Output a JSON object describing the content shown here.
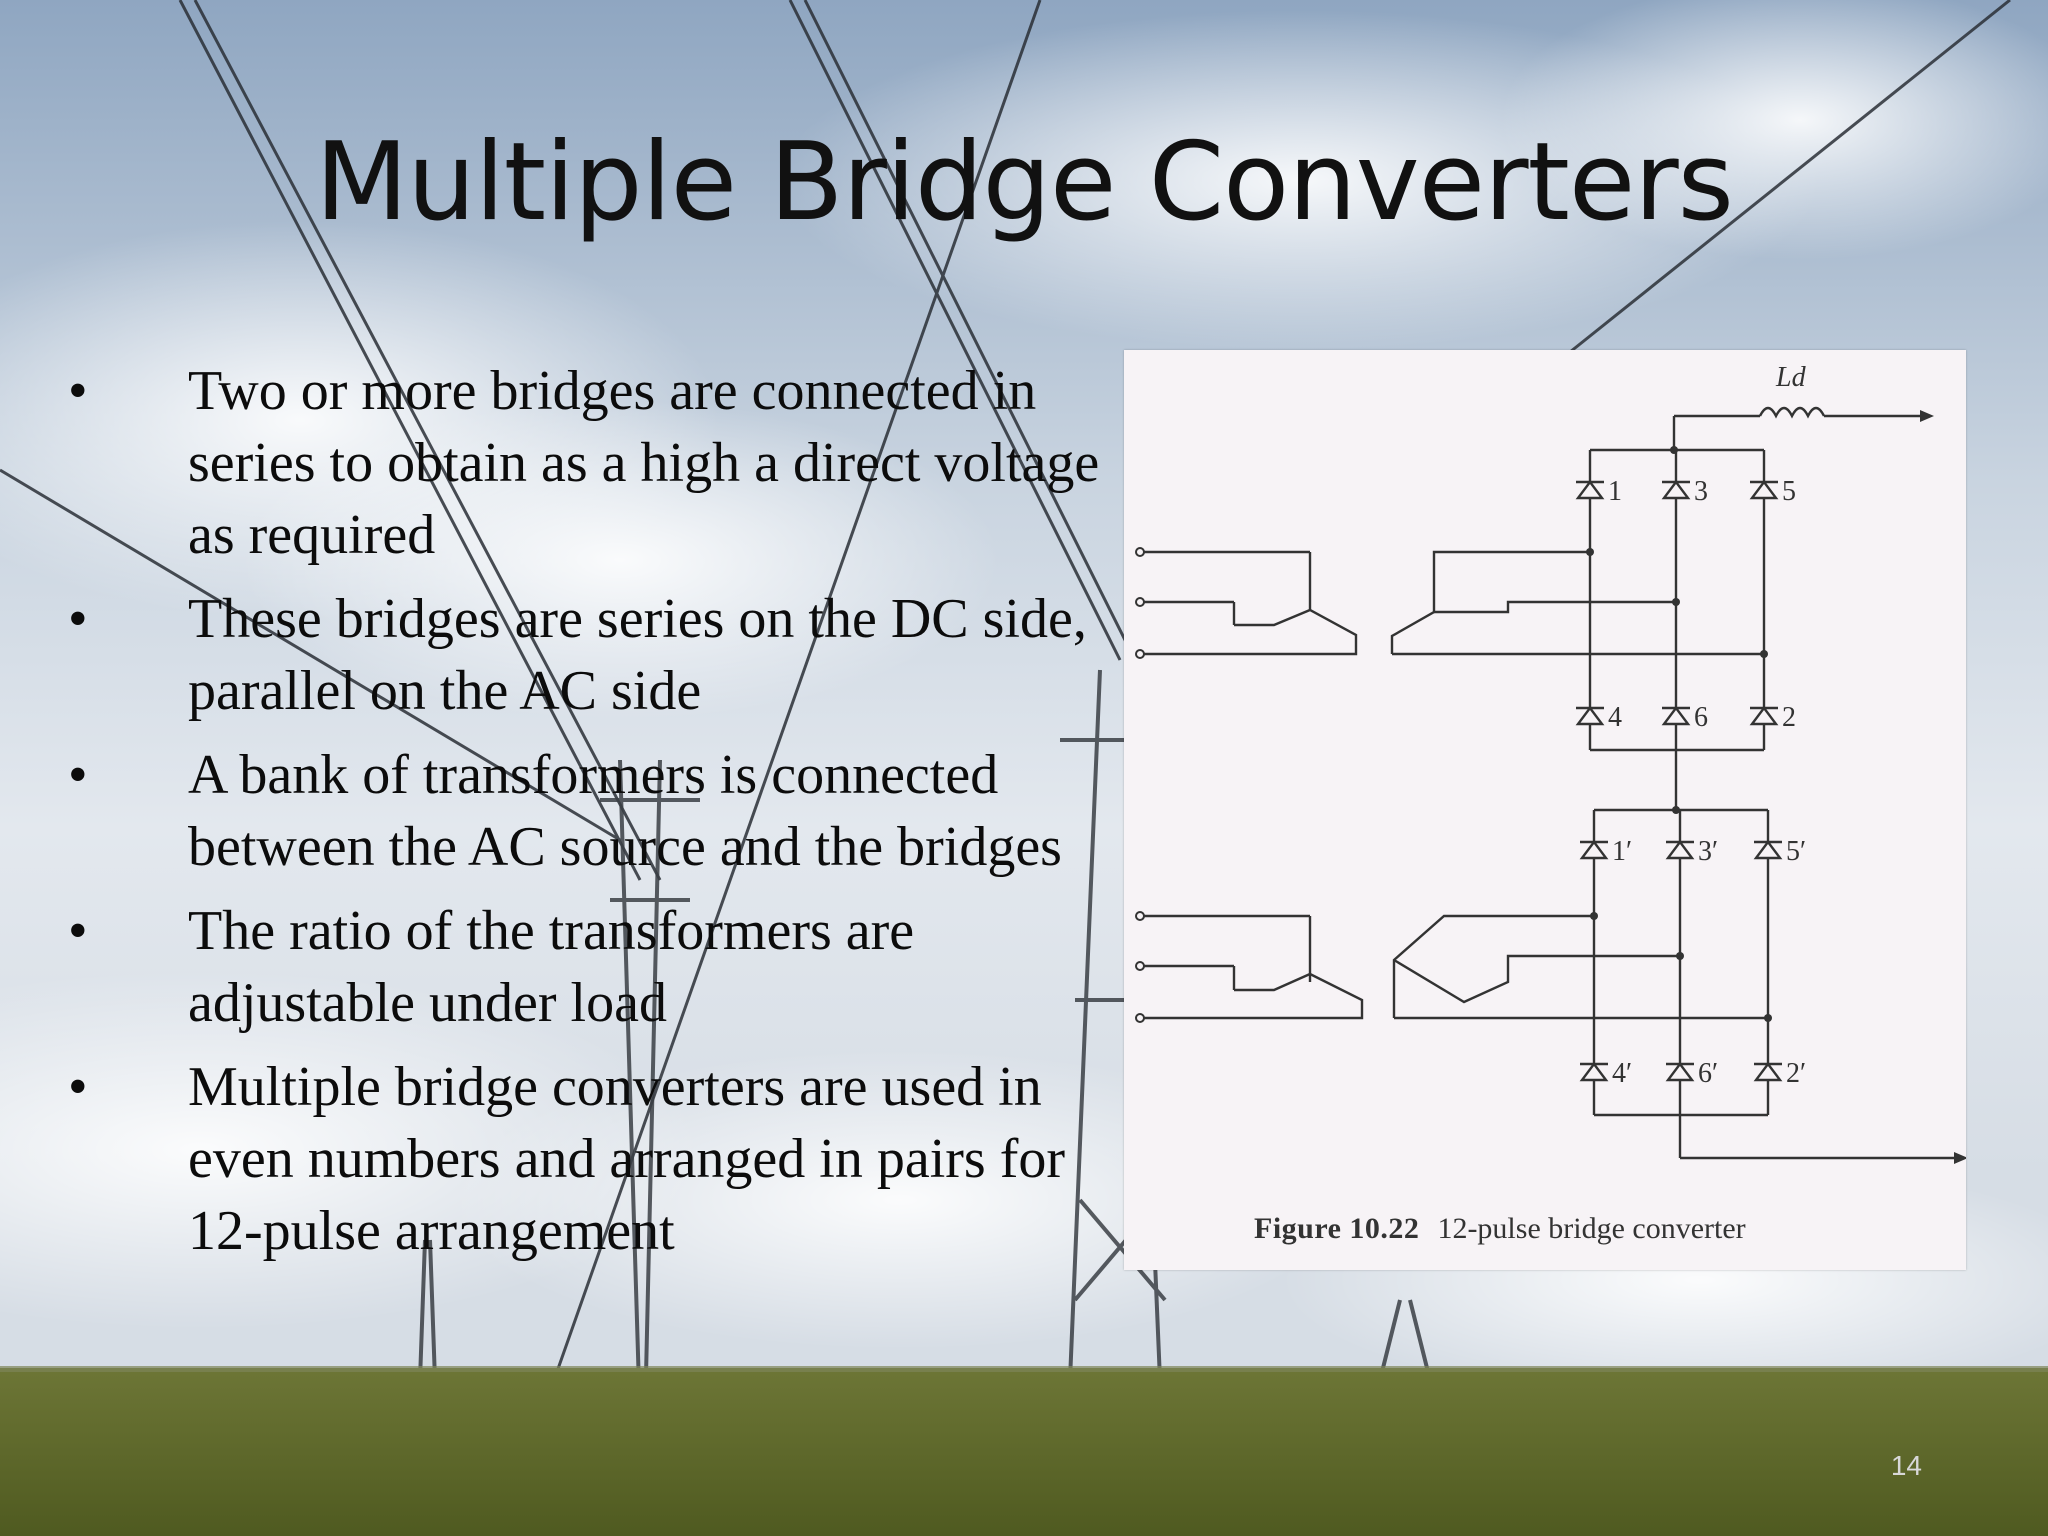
{
  "slide": {
    "title": "Multiple Bridge Converters",
    "bullets": [
      "Two or more bridges are connected in series to obtain as a high a direct voltage as required",
      "These bridges are series on the DC side, parallel on the AC side",
      "A bank of transformers is connected between the AC source and the bridges",
      "The ratio of the transformers are adjustable under load",
      "Multiple bridge converters are used in even numbers and arranged in pairs for 12-pulse arrangement"
    ],
    "bullet_symbol": "•",
    "page_number": "14"
  },
  "figure": {
    "figure_label": "Figure 10.22",
    "caption_text": "12-pulse bridge converter",
    "inductor_label": "Ld",
    "upper_valves": [
      "1",
      "3",
      "5",
      "4",
      "6",
      "2"
    ],
    "lower_valves": [
      "1′",
      "3′",
      "5′",
      "4′",
      "6′",
      "2′"
    ]
  },
  "colors": {
    "sky_top": "#8fa7c2",
    "sky_mid": "#dfe6ee",
    "grass": "#5f6b2a",
    "title": "#111111",
    "figure_bg": "#f7f3f6"
  }
}
